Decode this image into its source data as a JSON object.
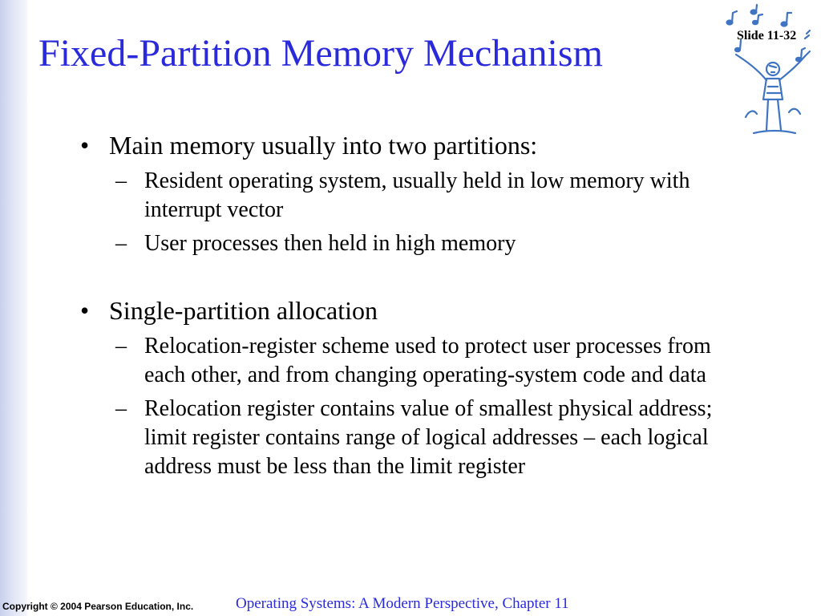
{
  "slide": {
    "title": "Fixed-Partition Memory Mechanism",
    "slide_number": "Slide 11-32",
    "bullets": [
      {
        "marker": "•",
        "text": "Main memory usually into two partitions:",
        "subitems": [
          {
            "marker": "–",
            "text": "Resident operating system, usually held in low memory with interrupt vector"
          },
          {
            "marker": "–",
            "text": "User processes then held in high memory"
          }
        ]
      },
      {
        "marker": "•",
        "text": "Single-partition allocation",
        "subitems": [
          {
            "marker": "–",
            "text": "Relocation-register scheme used to protect user processes from each other, and from changing operating-system code and data"
          },
          {
            "marker": "–",
            "text": "Relocation register contains value of smallest physical address; limit register contains range of logical addresses – each logical address must be less than the limit register"
          }
        ]
      }
    ],
    "copyright": "Copyright © 2004 Pearson Education, Inc.",
    "footer": "Operating Systems: A Modern Perspective, Chapter 11"
  },
  "colors": {
    "title": "#2a2adb",
    "footer": "#2a2adb",
    "left_bar": "#c8d0ec",
    "logo": "#3f74c2"
  },
  "icons": {
    "logo": "dancing-figure-with-music-notes-icon"
  }
}
